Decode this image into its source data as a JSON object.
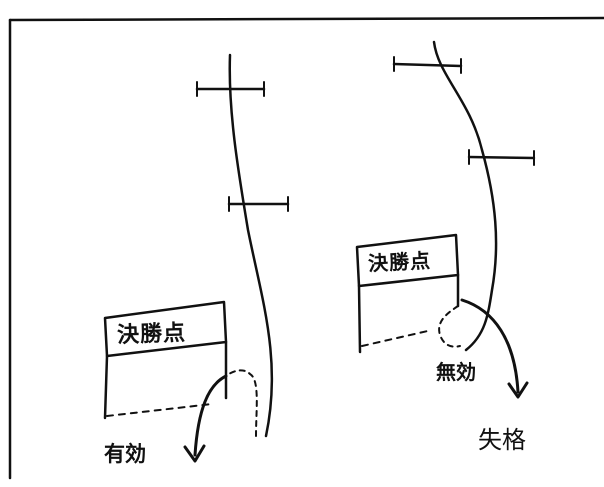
{
  "left_scenario": {
    "box_label": "決勝点",
    "result_label": "有効"
  },
  "right_scenario": {
    "box_label": "決勝点",
    "ball_label": "無効",
    "result_label": "失格"
  },
  "colors": {
    "ink": "#111111",
    "background": "#ffffff"
  }
}
